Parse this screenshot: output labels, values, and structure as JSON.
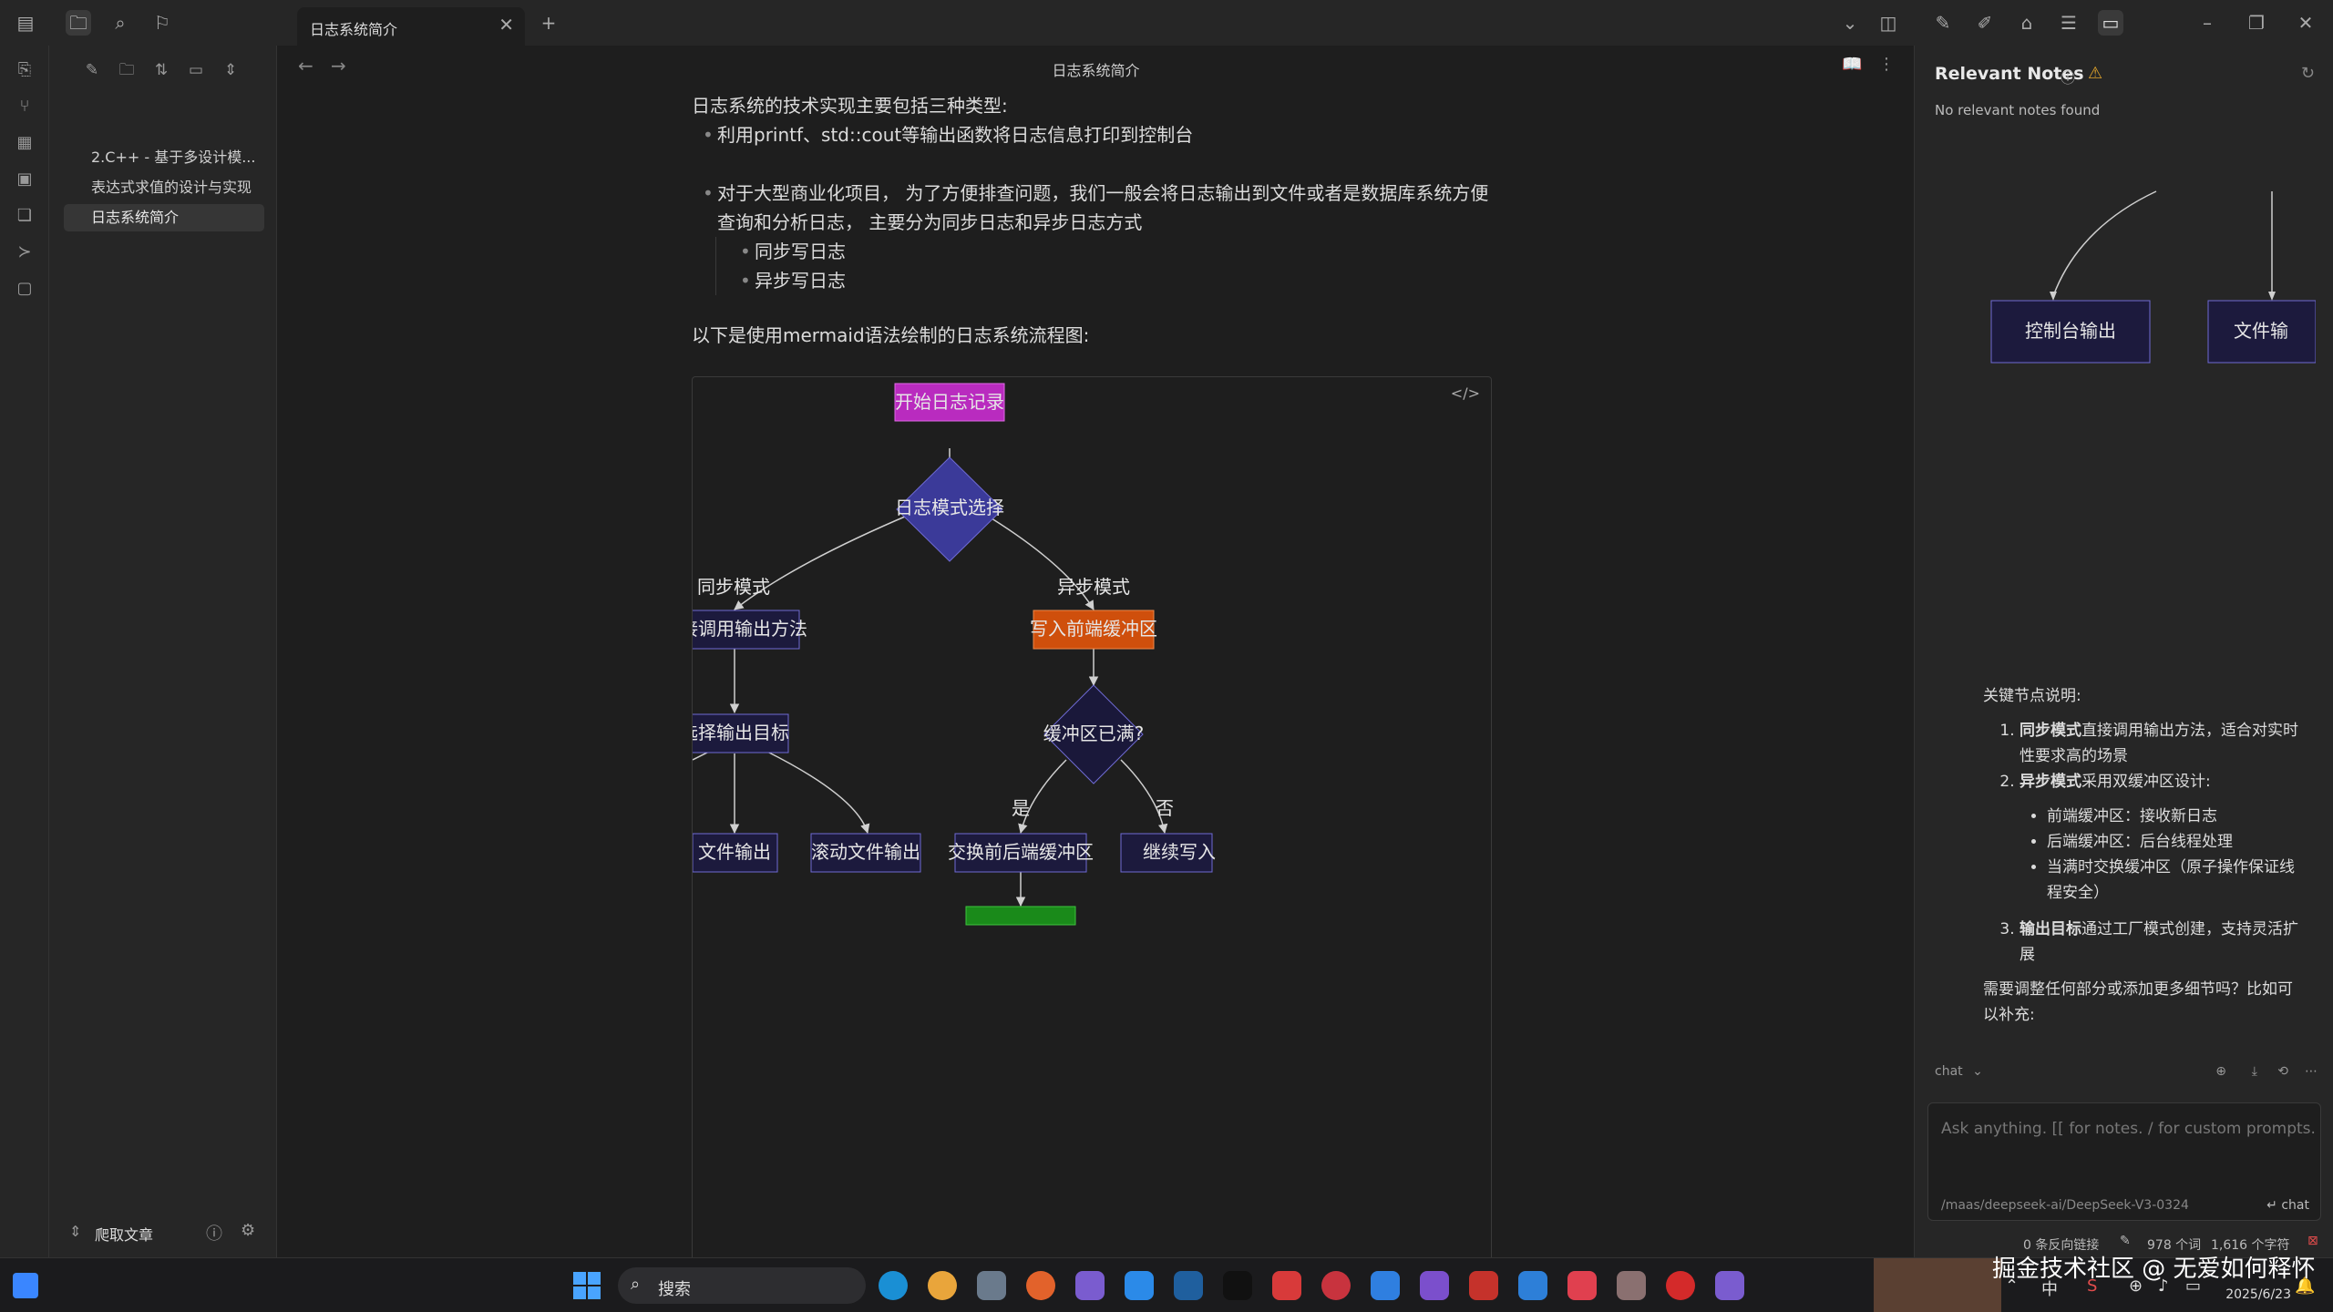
{
  "tab": {
    "title": "日志系统简介",
    "new_tab": "+",
    "close": "✕"
  },
  "sidebar": {
    "files": [
      {
        "label": "2.C++ - 基于多设计模..."
      },
      {
        "label": "表达式求值的设计与实现"
      },
      {
        "label": "日志系统简介"
      }
    ],
    "vault_name": "爬取文章"
  },
  "main": {
    "view_title": "日志系统简介",
    "intro": "日志系统的技术实现主要包括三种类型:",
    "bullet1": "利用printf、std::cout等输出函数将日志信息打印到控制台",
    "bullet2": "对于大型商业化项目， 为了方便排查问题，我们一般会将日志输出到文件或者是数据库系统方便查询和分析日志， 主要分为同步日志和异步日志方式",
    "sub1": "同步写日志",
    "sub2": "异步写日志",
    "mermaid_intro": "以下是使用mermaid语法绘制的日志系统流程图:",
    "code_icon": "</>"
  },
  "flowchart": {
    "start": "开始日志记录",
    "mode": "日志模式选择",
    "sync_edge": "同步模式",
    "async_edge": "异步模式",
    "direct": "直接调用输出方法",
    "write_front": "写入前端缓冲区",
    "select_target": "选择输出目标",
    "buffer_full": "缓冲区已满?",
    "yes": "是",
    "no": "否",
    "file_out": "文件输出",
    "roll_out": "滚动文件输出",
    "swap": "交换前后端缓冲区",
    "continue_write": "继续写入"
  },
  "right_panel": {
    "title": "Relevant Notes",
    "empty": "No relevant notes found",
    "preview_node1": "控制台输出",
    "preview_node2": "文件输",
    "chat_heading": "关键节点说明:",
    "item1_bold": "同步模式",
    "item1_rest": "直接调用输出方法，适合对实时性要求高的场景",
    "item2_bold": "异步模式",
    "item2_rest": "采用双缓冲区设计:",
    "sub_a": "前端缓冲区：接收新日志",
    "sub_b": "后端缓冲区：后台线程处理",
    "sub_c": "当满时交换缓冲区（原子操作保证线程安全）",
    "item3_bold": "输出目标",
    "item3_rest": "通过工厂模式创建，支持灵活扩展",
    "followup": "需要调整任何部分或添加更多细节吗？比如可以补充:",
    "chat_mode": "chat",
    "input_placeholder": "Ask anything. [[ for notes. / for custom prompts.",
    "model": "/maas/deepseek-ai/DeepSeek-V3-0324",
    "send": "↵ chat"
  },
  "status": {
    "backlinks": "0 条反向链接",
    "words": "978 个词",
    "chars": "1,616 个字符"
  },
  "taskbar": {
    "search": "搜索",
    "watermark": "掘金技术社区 @ 无爱如何释怀",
    "date": "2025/6/23"
  },
  "colors": {
    "start_node": "#b92bbf",
    "diamond": "#3b3a99",
    "orange_node": "#cf4f0c",
    "green_node": "#1a8a1a",
    "node_fill": "#1c1a3d",
    "node_stroke": "#6f6bd4"
  }
}
